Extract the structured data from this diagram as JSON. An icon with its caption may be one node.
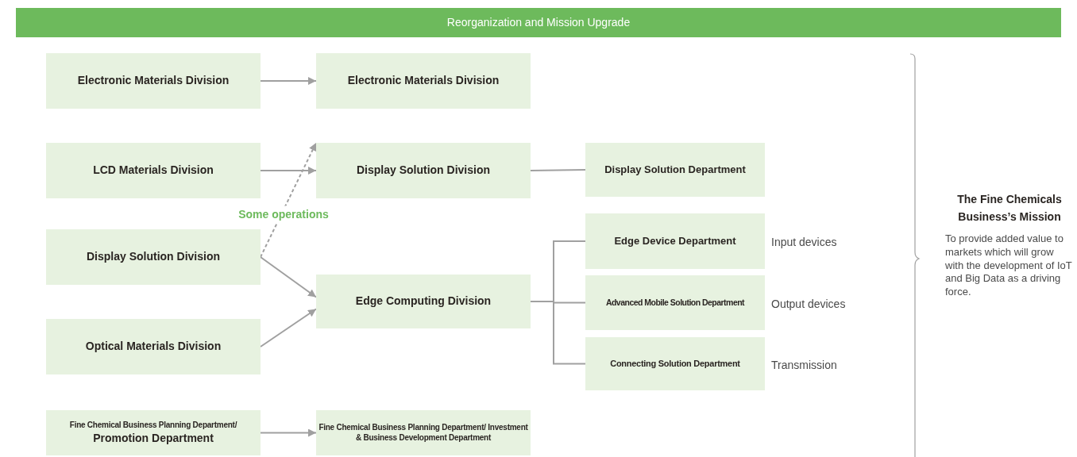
{
  "diagram": {
    "title": "Reorganization and Mission Upgrade",
    "nodes": [
      {
        "text": [
          "Electronic Materials Division"
        ]
      },
      {
        "text": [
          "Electronic Materials Division"
        ]
      },
      {
        "text": [
          "LCD Materials Division"
        ]
      },
      {
        "text": [
          "Display Solution Division"
        ]
      },
      {
        "text": [
          "Display Solution Department"
        ]
      },
      {
        "text": [
          "Edge Device Department"
        ],
        "beside": [
          "Input devices"
        ]
      },
      {
        "text": [
          "Display Solution Division"
        ]
      },
      {
        "text": [
          "Edge Computing Division"
        ]
      },
      {
        "text": [
          "Advanced Mobile Solution Department"
        ],
        "beside": [
          "Output devices"
        ]
      },
      {
        "text": [
          "Optical Materials Division"
        ]
      },
      {
        "text": [
          "Connecting Solution Department"
        ],
        "beside": [
          "Transmission"
        ]
      },
      {
        "text": [
          "Fine Chemical Business Planning Department/",
          "Promotion Department"
        ]
      },
      {
        "text": [
          "Fine Chemical Business Planning Department/ Investment & Business Development Department"
        ]
      }
    ],
    "edges": [
      {
        "from": 0,
        "to": 1,
        "arrow": "to"
      },
      {
        "from": 2,
        "to": 3,
        "arrow": "to"
      },
      {
        "from": 6,
        "to": 3,
        "arrow": "to",
        "style": "dashed",
        "label": "Some operations"
      },
      {
        "from": 6,
        "to": 7,
        "arrow": "to"
      },
      {
        "from": 9,
        "to": 7,
        "arrow": "to"
      },
      {
        "from": 3,
        "to": 4,
        "arrow": "none"
      },
      {
        "from": 7,
        "to": 5,
        "arrow": "none"
      },
      {
        "from": 7,
        "to": 8,
        "arrow": "none"
      },
      {
        "from": 7,
        "to": 10,
        "arrow": "none"
      },
      {
        "from": 11,
        "to": 12,
        "arrow": "to"
      }
    ],
    "labels": [
      "The Fine Chemicals Business’s Mission",
      "To provide added value to markets which will grow with the development of IoT and Big Data as a driving force."
    ]
  }
}
